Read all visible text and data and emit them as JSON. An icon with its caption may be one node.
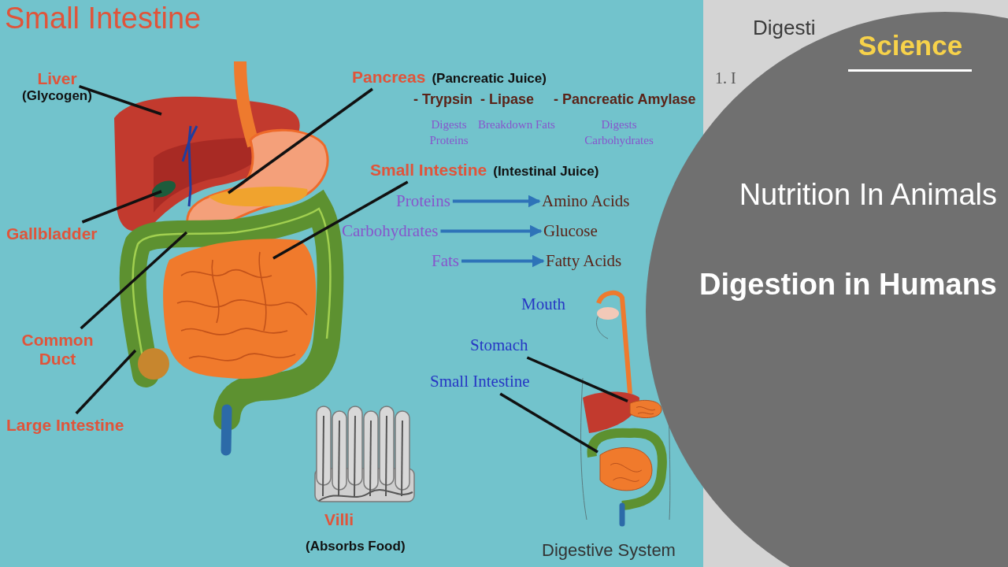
{
  "diagram": {
    "title": "Small Intestine",
    "nodes": [
      {
        "text": [
          "Liver",
          "(Glycogen)"
        ]
      },
      {
        "text": [
          "Gallbladder"
        ]
      },
      {
        "text": [
          "Common Duct"
        ]
      },
      {
        "text": [
          "Large Intestine"
        ]
      },
      {
        "text": [
          "Pancreas",
          "(Pancreatic Juice)"
        ]
      },
      {
        "text": [
          "Small Intestine",
          "(Intestinal Juice)"
        ]
      },
      {
        "text": [
          "Proteins"
        ]
      },
      {
        "text": [
          "Amino Acids"
        ]
      },
      {
        "text": [
          "Carbohydrates"
        ]
      },
      {
        "text": [
          "Glucose"
        ]
      },
      {
        "text": [
          "Fats"
        ]
      },
      {
        "text": [
          "Fatty Acids"
        ]
      },
      {
        "text": [
          "Stomach"
        ]
      },
      {
        "text": [
          "Small Intestine"
        ]
      },
      {
        "text": [],
        "shape": "picture"
      },
      {
        "text": [],
        "shape": "picture"
      }
    ],
    "edges": [
      {
        "from": 0,
        "to": null,
        "arrow": "none"
      },
      {
        "from": 1,
        "to": null,
        "arrow": "none"
      },
      {
        "from": 2,
        "to": null,
        "arrow": "none"
      },
      {
        "from": 3,
        "to": null,
        "arrow": "none"
      },
      {
        "from": 4,
        "to": null,
        "arrow": "none"
      },
      {
        "from": 5,
        "to": null,
        "arrow": "none"
      },
      {
        "from": 6,
        "to": 7,
        "arrow": "to",
        "color": "#2e73b8"
      },
      {
        "from": 8,
        "to": 9,
        "arrow": "to",
        "color": "#2e73b8"
      },
      {
        "from": 10,
        "to": 11,
        "arrow": "to",
        "color": "#2e73b8"
      },
      {
        "from": 12,
        "to": 14,
        "arrow": "none"
      },
      {
        "from": 13,
        "to": 15,
        "arrow": "none"
      }
    ],
    "labels": [
      "Digesti",
      "1. I",
      "Science",
      "- Trypsin",
      "- Lipase",
      "- Pancreatic Amylase",
      "Digests Proteins",
      "Breakdown Fats",
      "Digests Carbohydrates",
      "Nutrition In Animals",
      "Digestion in Humans",
      "Mouth",
      "Villi",
      "(Absorbs Food)",
      "Digestive System"
    ]
  }
}
